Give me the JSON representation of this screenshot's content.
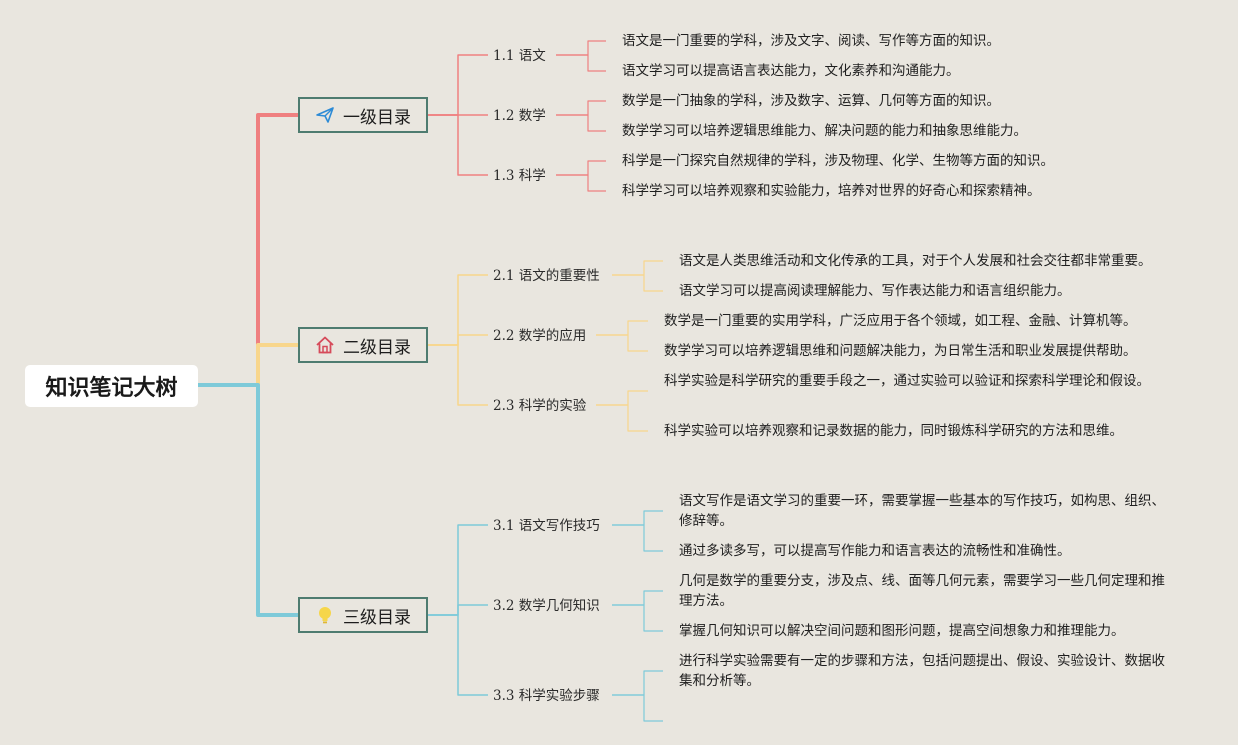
{
  "root": {
    "title": "知识笔记大树"
  },
  "colors": {
    "red": "#ef8080",
    "yellow": "#f8d68c",
    "blue": "#7ecad9",
    "border": "#4e7c70"
  },
  "branches": [
    {
      "label": "一级目录",
      "icon": "paper-plane-icon",
      "subs": [
        {
          "label": "1.1 语文",
          "leaves": [
            "语文是一门重要的学科，涉及文字、阅读、写作等方面的知识。",
            "语文学习可以提高语言表达能力，文化素养和沟通能力。"
          ]
        },
        {
          "label": "1.2 数学",
          "leaves": [
            "数学是一门抽象的学科，涉及数字、运算、几何等方面的知识。",
            "数学学习可以培养逻辑思维能力、解决问题的能力和抽象思维能力。"
          ]
        },
        {
          "label": "1.3 科学",
          "leaves": [
            "科学是一门探究自然规律的学科，涉及物理、化学、生物等方面的知识。",
            "科学学习可以培养观察和实验能力，培养对世界的好奇心和探索精神。"
          ]
        }
      ]
    },
    {
      "label": "二级目录",
      "icon": "home-icon",
      "subs": [
        {
          "label": "2.1 语文的重要性",
          "leaves": [
            "语文是人类思维活动和文化传承的工具，对于个人发展和社会交往都非常重要。",
            "语文学习可以提高阅读理解能力、写作表达能力和语言组织能力。"
          ]
        },
        {
          "label": "2.2 数学的应用",
          "leaves": [
            "数学是一门重要的实用学科，广泛应用于各个领域，如工程、金融、计算机等。",
            "数学学习可以培养逻辑思维和问题解决能力，为日常生活和职业发展提供帮助。"
          ]
        },
        {
          "label": "2.3 科学的实验",
          "leaves": [
            "科学实验是科学研究的重要手段之一，通过实验可以验证和探索科学理论和假设。",
            "科学实验可以培养观察和记录数据的能力，同时锻炼科学研究的方法和思维。"
          ]
        }
      ]
    },
    {
      "label": "三级目录",
      "icon": "lightbulb-icon",
      "subs": [
        {
          "label": "3.1 语文写作技巧",
          "leaves": [
            "语文写作是语文学习的重要一环，需要掌握一些基本的写作技巧，如构思、组织、修辞等。",
            "通过多读多写，可以提高写作能力和语言表达的流畅性和准确性。"
          ]
        },
        {
          "label": "3.2 数学几何知识",
          "leaves": [
            "几何是数学的重要分支，涉及点、线、面等几何元素，需要学习一些几何定理和推理方法。",
            "掌握几何知识可以解决空间问题和图形问题，提高空间想象力和推理能力。"
          ]
        },
        {
          "label": "3.3 科学实验步骤",
          "leaves": [
            "进行科学实验需要有一定的步骤和方法，包括问题提出、假设、实验设计、数据收集和分析等。",
            ""
          ]
        }
      ]
    }
  ]
}
